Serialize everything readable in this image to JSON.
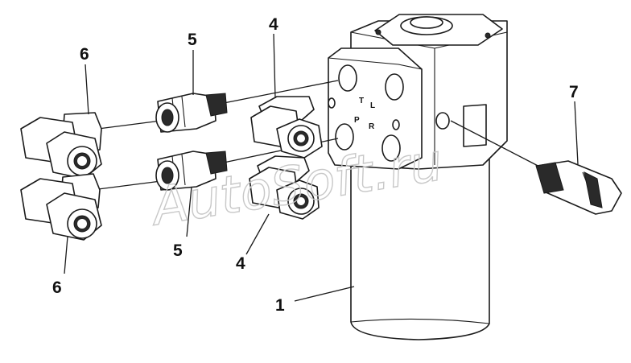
{
  "diagram": {
    "callouts": {
      "c1": "1",
      "c4a": "4",
      "c4b": "4",
      "c5a": "5",
      "c5b": "5",
      "c6a": "6",
      "c6b": "6",
      "c7": "7"
    },
    "ports": {
      "t": "T",
      "l": "L",
      "p": "P",
      "r": "R"
    },
    "watermark": "AutoSoft.ru"
  }
}
